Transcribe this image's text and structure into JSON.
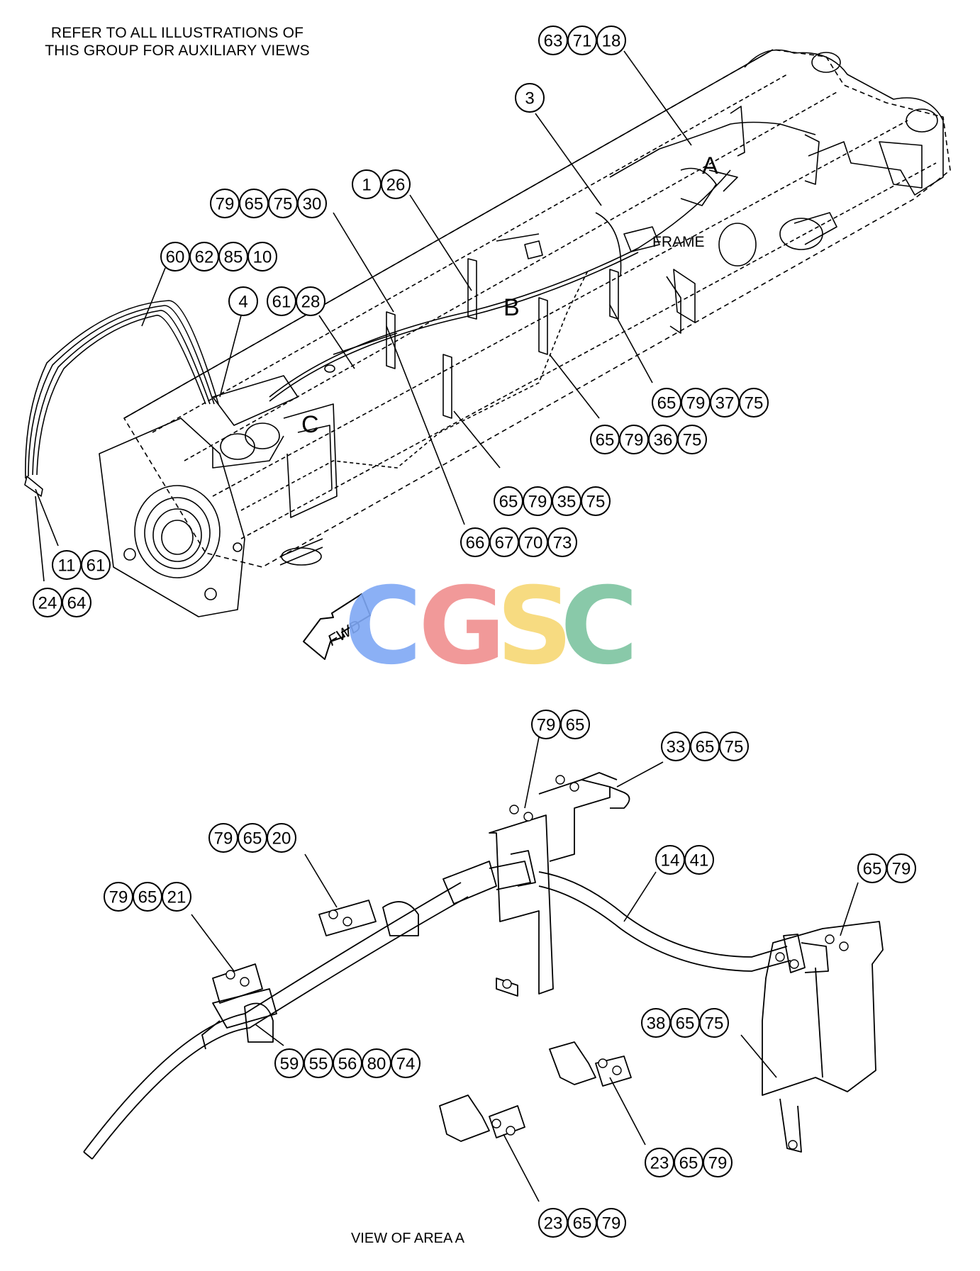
{
  "note": {
    "line1": "REFER TO ALL ILLUSTRATIONS OF",
    "line2": "THIS GROUP FOR AUXILIARY VIEWS"
  },
  "area_labels": {
    "a": "A",
    "b": "B",
    "c": "C"
  },
  "frame_label": "FRAME",
  "fwd_label": "FWD",
  "caption": "VIEW OF AREA A",
  "watermark": {
    "text": "CGSC",
    "colors": [
      "#7fa8f5",
      "#f08f8f",
      "#f7d874",
      "#7dc4a0"
    ]
  },
  "callout_groups": {
    "g1": [
      "63",
      "71",
      "18"
    ],
    "g2": [
      "3"
    ],
    "g3": [
      "1",
      "26"
    ],
    "g4": [
      "79",
      "65",
      "75",
      "30"
    ],
    "g5": [
      "60",
      "62",
      "85",
      "10"
    ],
    "g6": [
      "4"
    ],
    "g7": [
      "61",
      "28"
    ],
    "g8": [
      "65",
      "79",
      "37",
      "75"
    ],
    "g9": [
      "65",
      "79",
      "36",
      "75"
    ],
    "g10": [
      "65",
      "79",
      "35",
      "75"
    ],
    "g11": [
      "66",
      "67",
      "70",
      "73"
    ],
    "g12": [
      "11",
      "61"
    ],
    "g13": [
      "24",
      "64"
    ],
    "g14": [
      "79",
      "65"
    ],
    "g15": [
      "33",
      "65",
      "75"
    ],
    "g16": [
      "79",
      "65",
      "20"
    ],
    "g17": [
      "14",
      "41"
    ],
    "g18": [
      "65",
      "79"
    ],
    "g19": [
      "79",
      "65",
      "21"
    ],
    "g20": [
      "38",
      "65",
      "75"
    ],
    "g21": [
      "59",
      "55",
      "56",
      "80",
      "74"
    ],
    "g22": [
      "23",
      "65",
      "79"
    ],
    "g23": [
      "23",
      "65",
      "79"
    ]
  }
}
